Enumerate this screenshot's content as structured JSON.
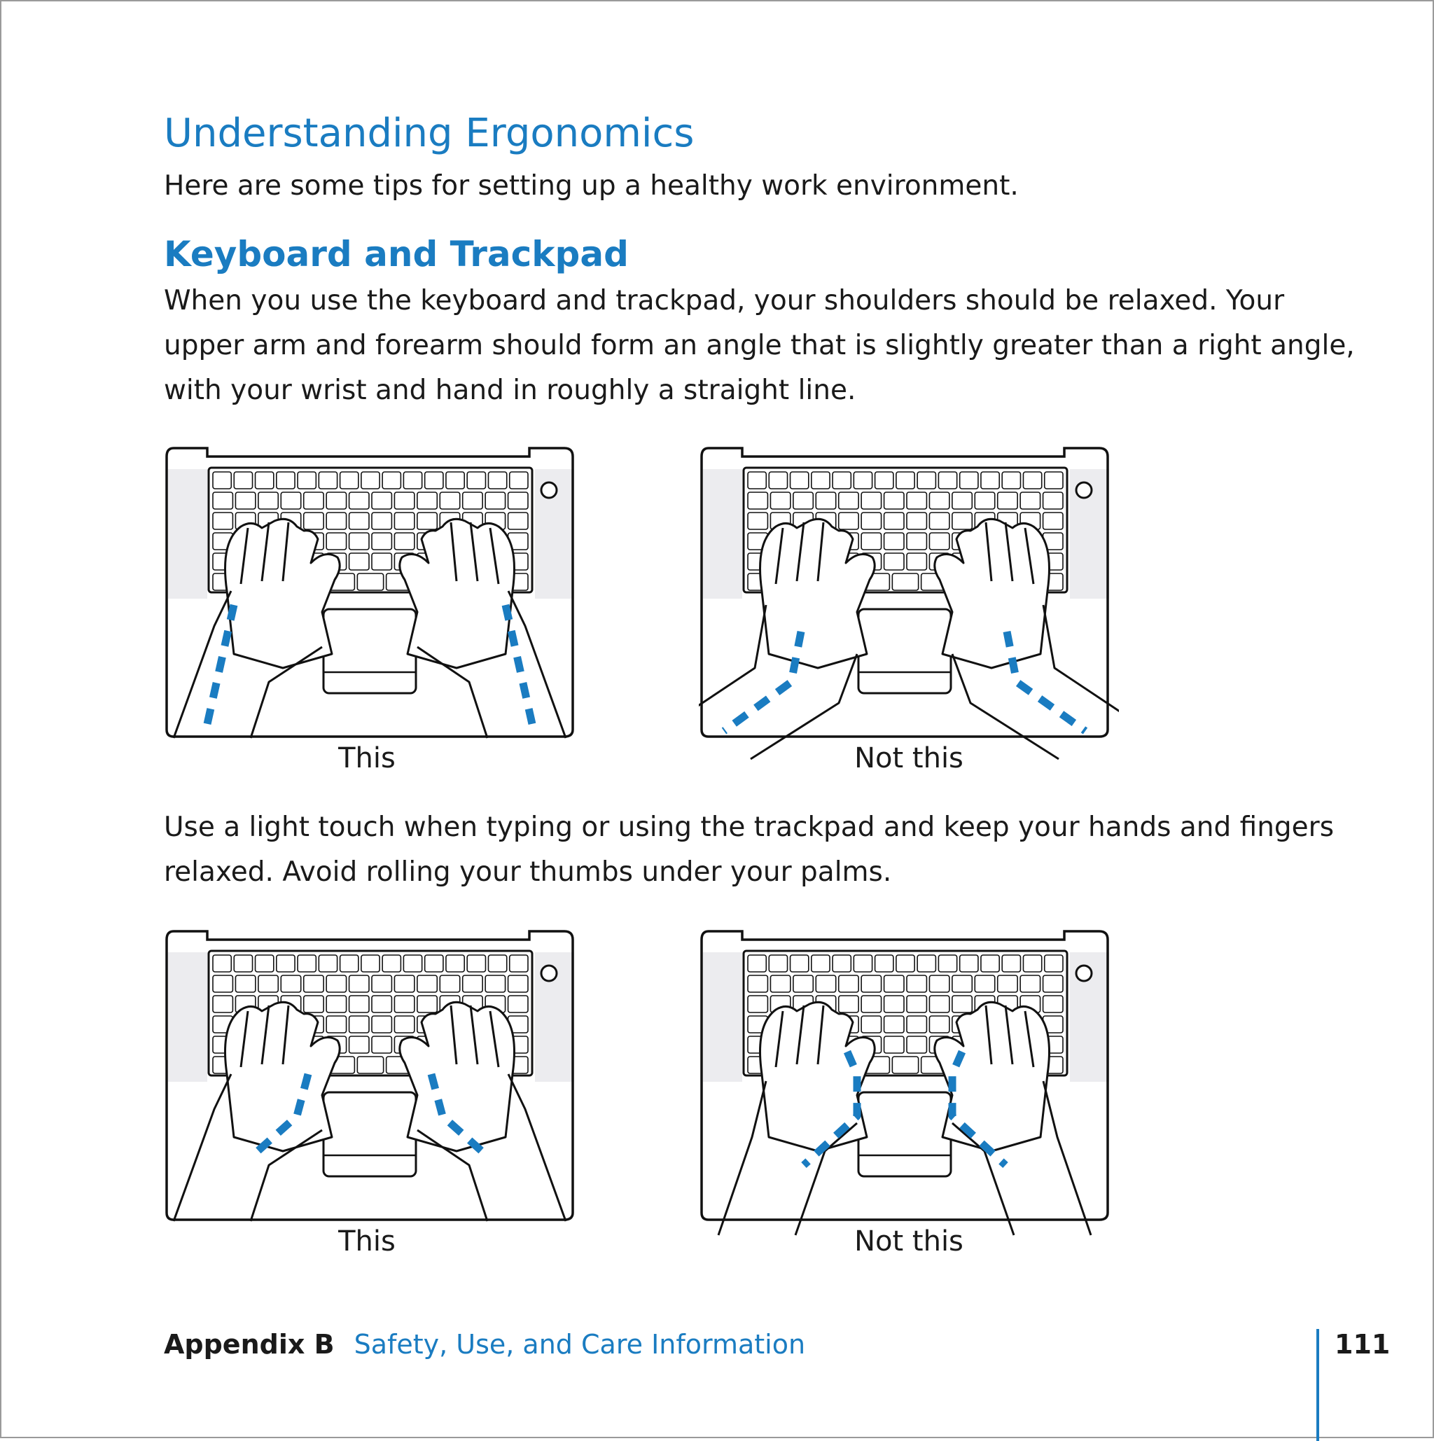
{
  "title": "Understanding Ergonomics",
  "intro": "Here are some tips for setting up a healthy work environment.",
  "section": {
    "heading": "Keyboard and Trackpad",
    "paragraph1_lines": [
      "When you use the keyboard and trackpad, your shoulders should be relaxed. Your",
      "upper arm and forearm should form an angle that is slightly greater than a right angle,",
      "with your wrist and hand in roughly a straight line."
    ],
    "paragraph2_lines": [
      "Use a light touch when typing or using the trackpad and keep your hands and fingers",
      "relaxed. Avoid rolling your thumbs under your palms."
    ]
  },
  "figures": [
    {
      "caption": "This",
      "variant": "straight-wrist",
      "icon": "hands-on-keyboard-straight-icon"
    },
    {
      "caption": "Not this",
      "variant": "bent-wrist",
      "icon": "hands-on-keyboard-bent-icon"
    },
    {
      "caption": "This",
      "variant": "relaxed-thumbs",
      "icon": "hands-on-keyboard-relaxed-icon"
    },
    {
      "caption": "Not this",
      "variant": "rolled-thumbs",
      "icon": "hands-on-keyboard-rolled-icon"
    }
  ],
  "footer": {
    "appendix": "Appendix B",
    "chapter": "Safety, Use, and Care Information",
    "page_number": "111"
  },
  "colors": {
    "accent": "#1a7cc1",
    "guide_dash": "#1a7cc1",
    "palmrest_shade": "#ececef"
  }
}
